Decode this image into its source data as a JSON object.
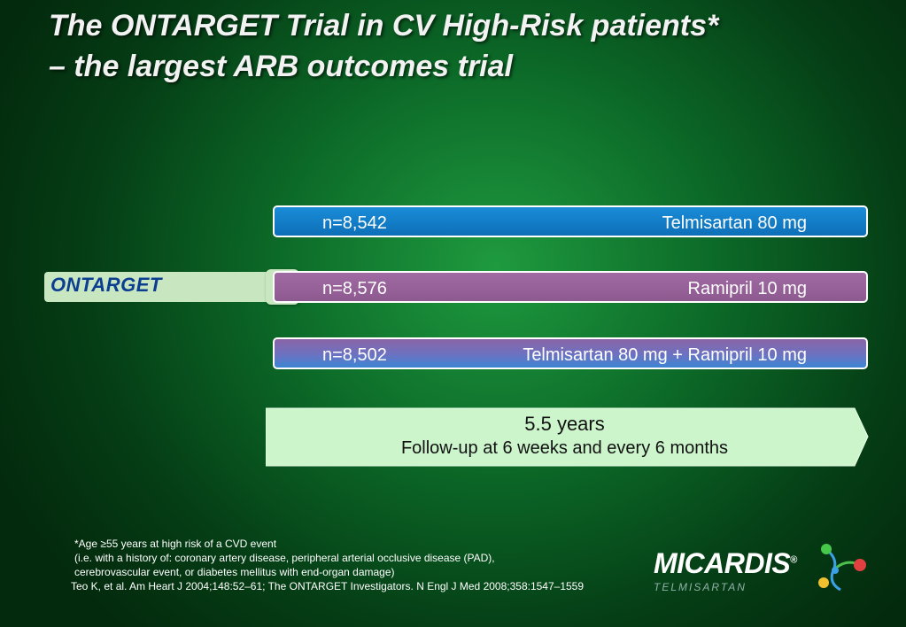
{
  "title": {
    "line1": "The ONTARGET Trial in CV High-Risk patients*",
    "line2": "– the largest ARB outcomes trial"
  },
  "trial": {
    "logo_text": "ONTARGET"
  },
  "arms": [
    {
      "n": "n=8,542",
      "drug": "Telmisartan 80 mg",
      "color": "#1a8cd8"
    },
    {
      "n": "n=8,576",
      "drug": "Ramipril 10 mg",
      "color": "#9a66a0"
    },
    {
      "n": "n=8,502",
      "drug": "Telmisartan 80 mg + Ramipril 10 mg",
      "color": "#6c72c2"
    }
  ],
  "followup": {
    "duration": "5.5 years",
    "schedule": "Follow-up at 6 weeks and every 6 months"
  },
  "footnote": {
    "line1": "*Age ≥55 years at high risk of a CVD event",
    "line2": "(i.e. with a history of: coronary artery disease, peripheral arterial occlusive disease (PAD),",
    "line3": "cerebrovascular event, or diabetes mellitus with end-organ damage)",
    "line4": "Teo K, et al. Am Heart J 2004;148:52–61; The ONTARGET Investigators. N Engl J Med 2008;358:1547–1559"
  },
  "brand": {
    "name": "MICARDIS",
    "registered": "®",
    "generic": "TELMISARTAN"
  }
}
